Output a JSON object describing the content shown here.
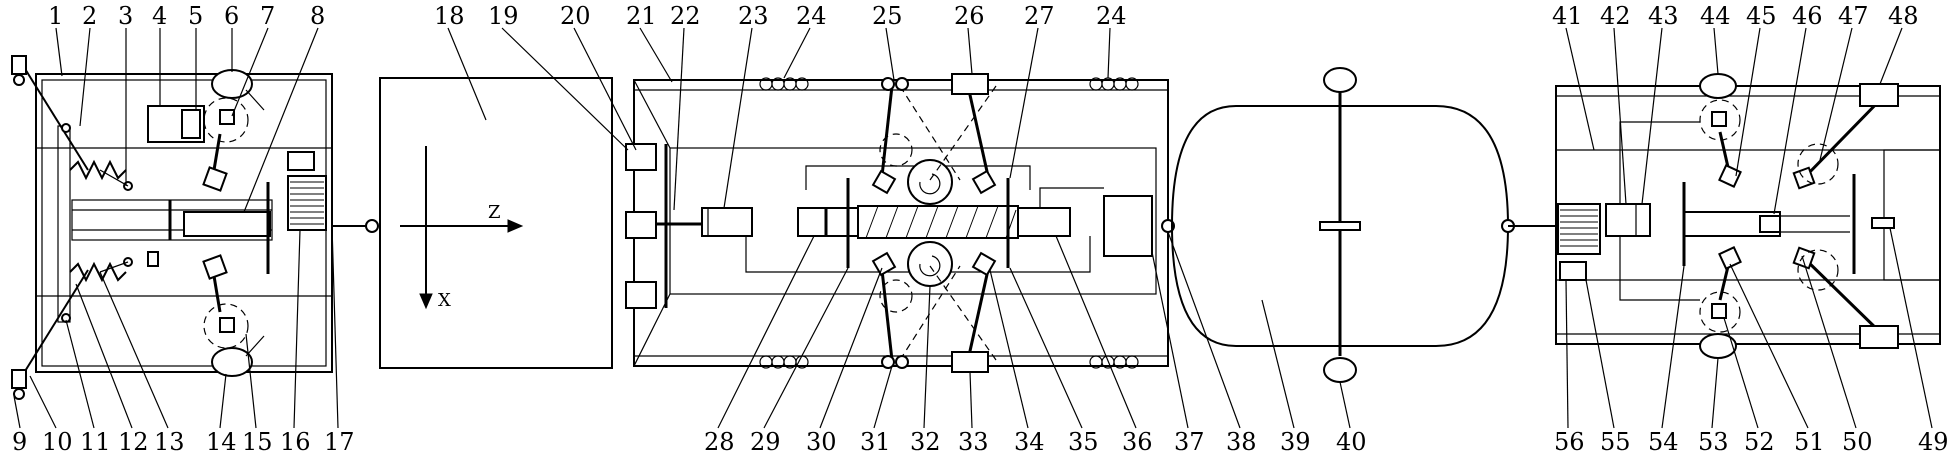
{
  "figure": {
    "labels_top_left": [
      "1",
      "2",
      "3",
      "4",
      "5",
      "6",
      "7",
      "8"
    ],
    "labels_top_mid": [
      "18",
      "19",
      "20",
      "21",
      "22",
      "23",
      "24",
      "25",
      "26",
      "27",
      "24"
    ],
    "labels_top_right": [
      "41",
      "42",
      "43",
      "44",
      "45",
      "46",
      "47",
      "48"
    ],
    "labels_bottom_left": [
      "9",
      "10",
      "11",
      "12",
      "13",
      "14",
      "15",
      "16",
      "17"
    ],
    "labels_bottom_mid": [
      "28",
      "29",
      "30",
      "31",
      "32",
      "33",
      "34",
      "35",
      "36",
      "37",
      "38",
      "39",
      "40"
    ],
    "labels_bottom_right": [
      "56",
      "55",
      "54",
      "53",
      "52",
      "51",
      "50",
      "49"
    ],
    "axes": {
      "z": "Z",
      "x": "X"
    }
  }
}
